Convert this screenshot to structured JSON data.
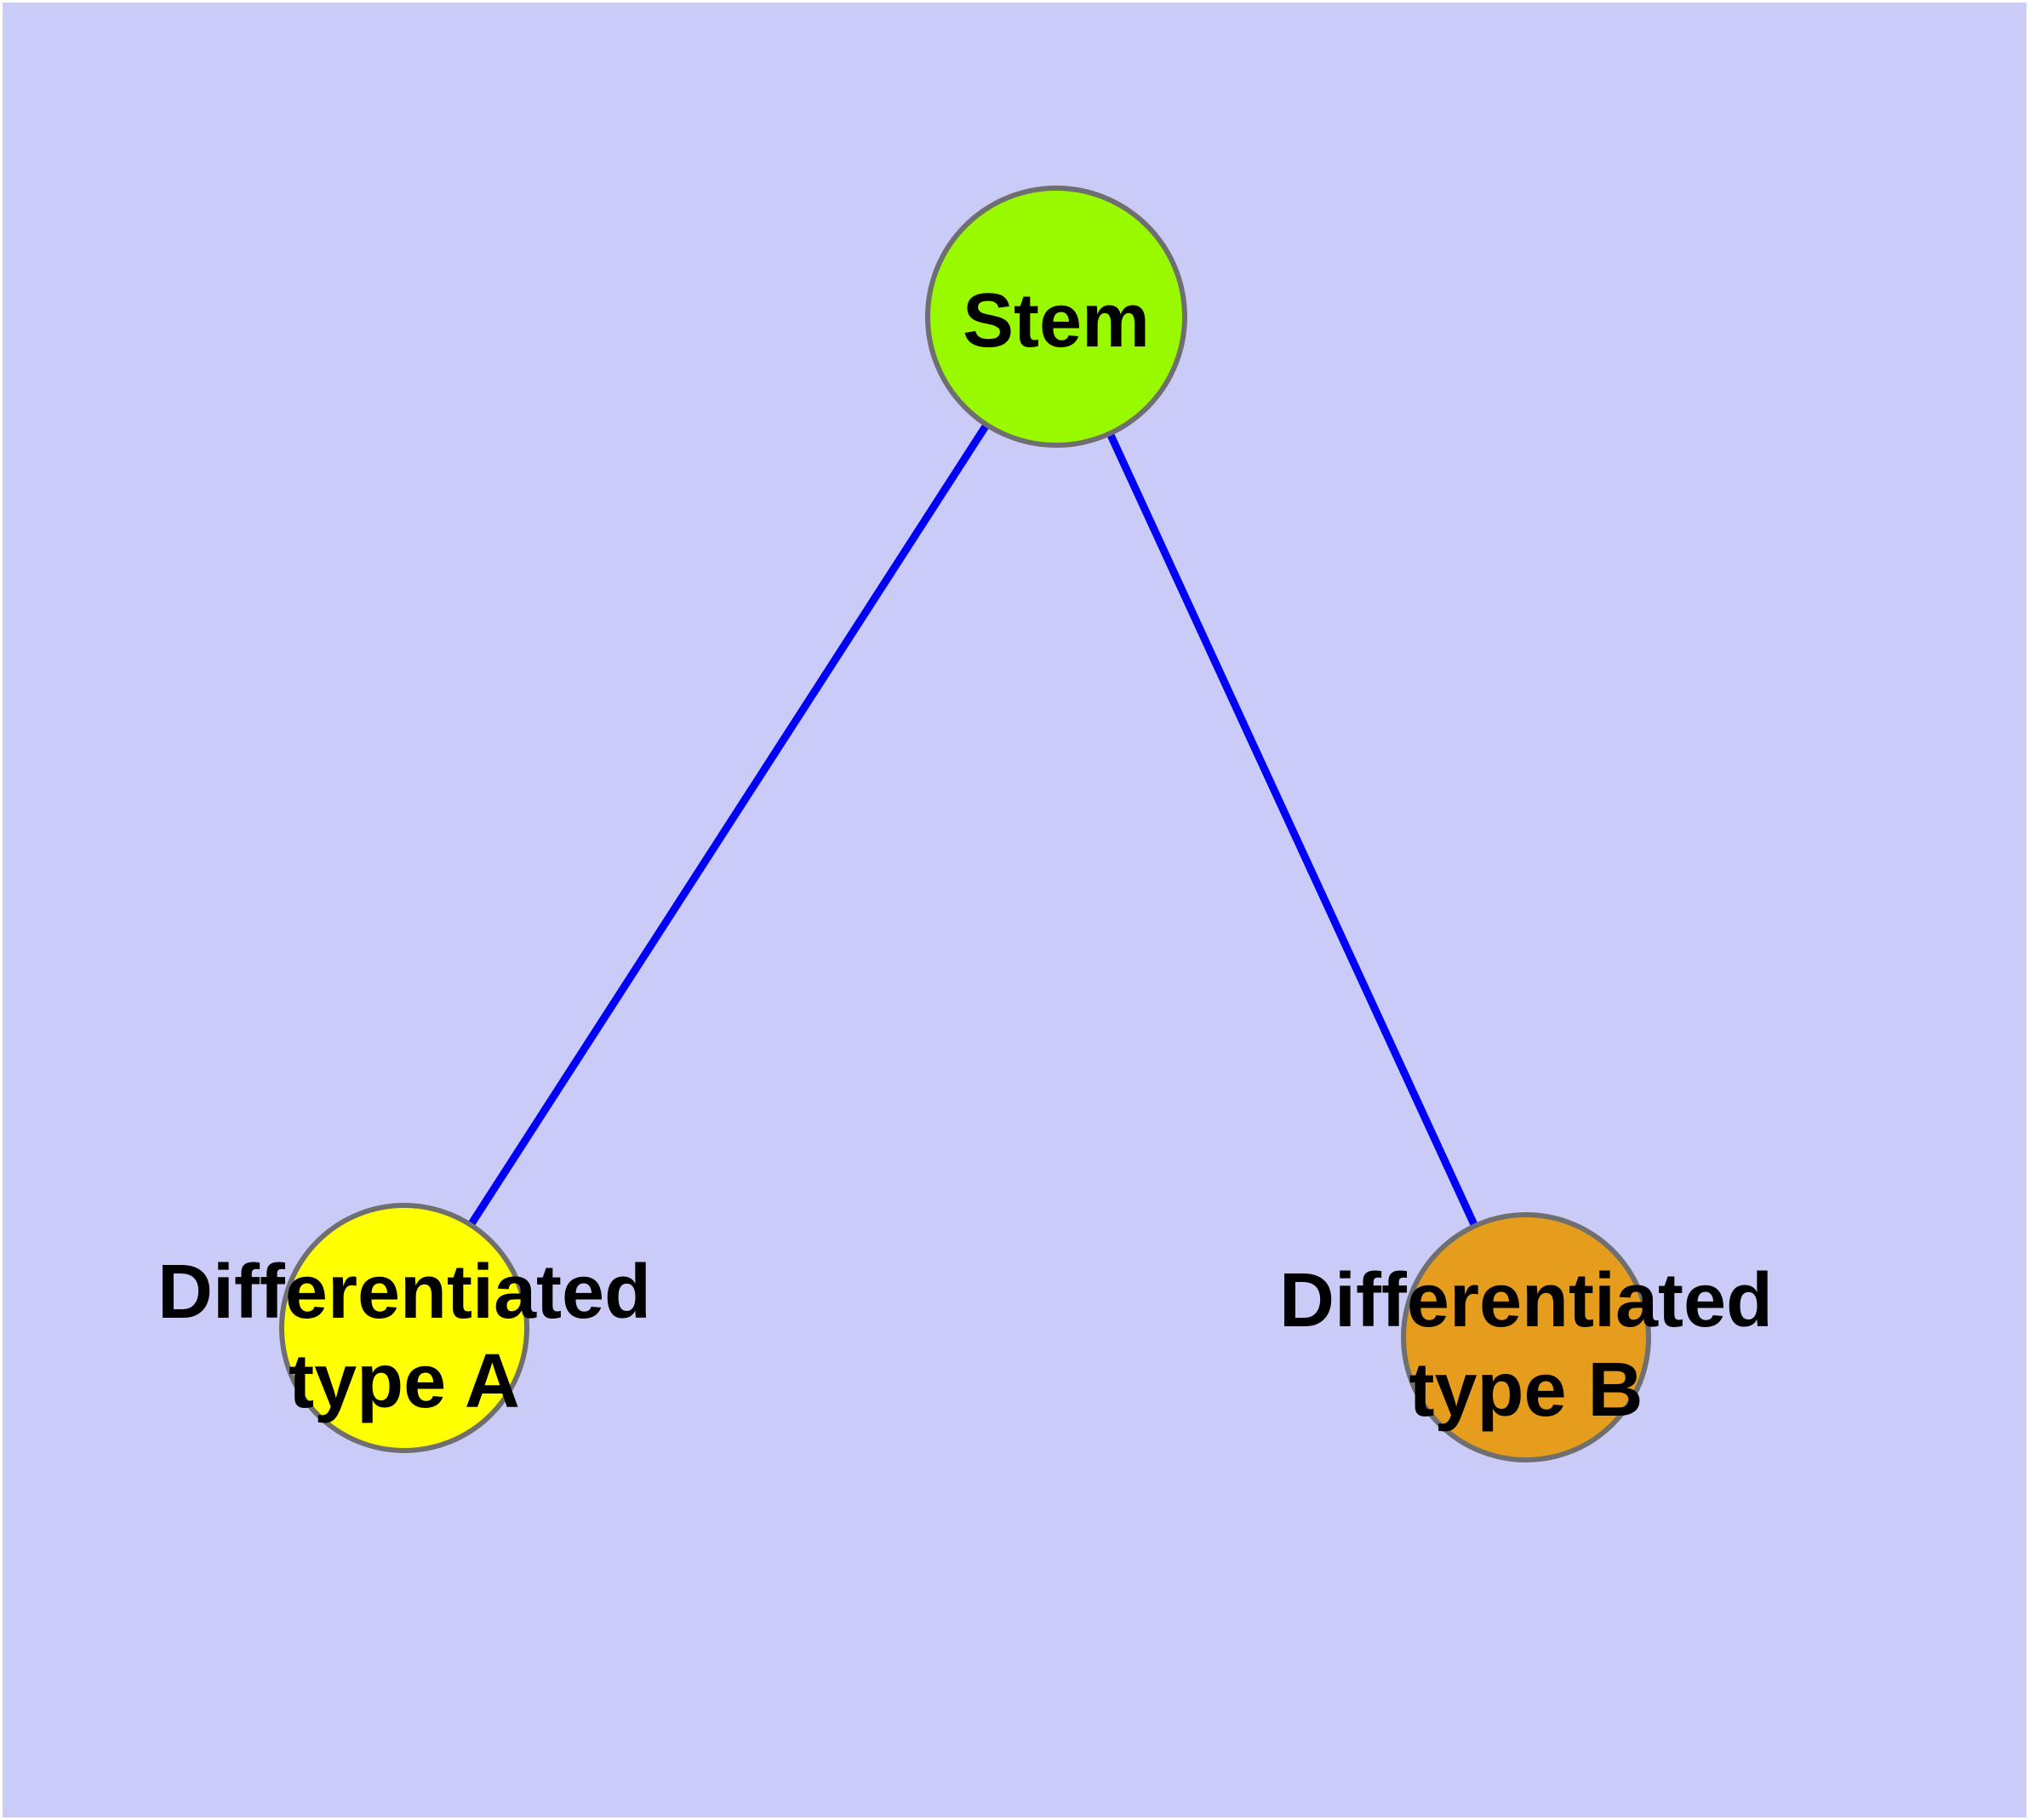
{
  "graph": {
    "background_color": "#CBCBF8",
    "frame_color": "#FFFFFF",
    "edge_color": "#0000FA",
    "node_border_color": "#6F6F6F",
    "label_color": "#000000",
    "nodes": [
      {
        "id": "stem",
        "label": "Stem",
        "fill": "#99FA00"
      },
      {
        "id": "differentiated-type-a",
        "label_line1": "Differentiated",
        "label_line2": "type A",
        "fill": "#FFFF00"
      },
      {
        "id": "differentiated-type-b",
        "label_line1": "Differentiated",
        "label_line2": "type B",
        "fill": "#E69C1C"
      }
    ],
    "edges": [
      {
        "from": "Stem",
        "to": "Differentiated type A"
      },
      {
        "from": "Stem",
        "to": "Differentiated type B"
      }
    ]
  }
}
